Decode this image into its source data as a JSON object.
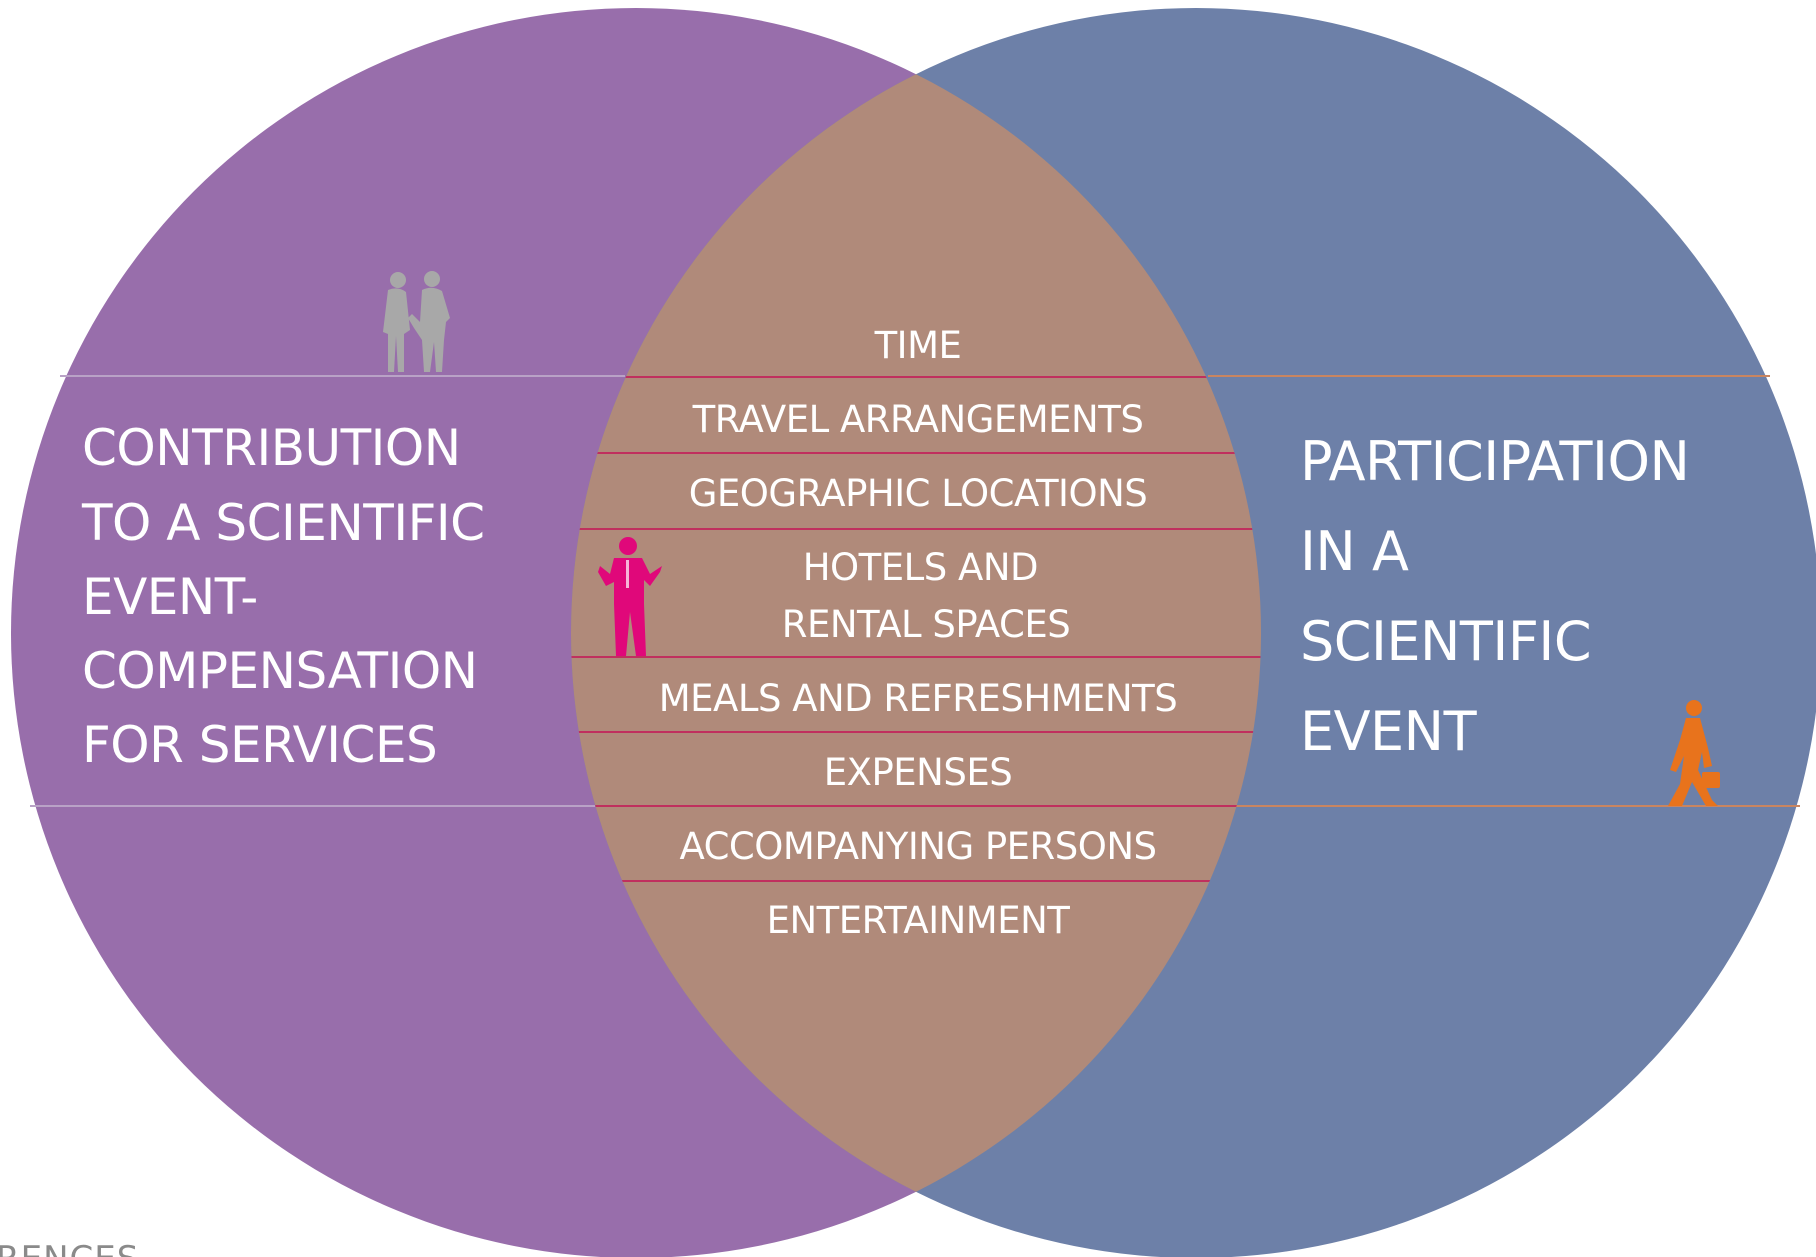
{
  "left_circle": {
    "lines": [
      "CONTRIBUTION",
      "TO A SCIENTIFIC",
      "EVENT-",
      "COMPENSATION",
      "FOR SERVICES"
    ],
    "color": "#986eab"
  },
  "right_circle": {
    "lines": [
      "PARTICIPATION",
      "IN A",
      "SCIENTIFIC",
      "EVENT"
    ],
    "color": "#6d80a8"
  },
  "overlap": {
    "color": "#b08a7a",
    "divider_color": "#c0305e",
    "items": [
      {
        "lines": [
          "TIME"
        ]
      },
      {
        "lines": [
          "TRAVEL ARRANGEMENTS"
        ]
      },
      {
        "lines": [
          "GEOGRAPHIC LOCATIONS"
        ]
      },
      {
        "lines": [
          "HOTELS AND",
          "RENTAL SPACES"
        ]
      },
      {
        "lines": [
          "MEALS AND REFRESHMENTS"
        ]
      },
      {
        "lines": [
          "EXPENSES"
        ]
      },
      {
        "lines": [
          "ACCOMPANYING PERSONS"
        ]
      },
      {
        "lines": [
          "ENTERTAINMENT"
        ]
      }
    ]
  },
  "icons": {
    "left": {
      "name": "two-people-talking-icon",
      "color": "#a8a8a8"
    },
    "center": {
      "name": "presenter-icon",
      "color": "#e0087a"
    },
    "right": {
      "name": "walking-businessman-icon",
      "color": "#e8731c"
    }
  },
  "corner_text": "RENCES"
}
